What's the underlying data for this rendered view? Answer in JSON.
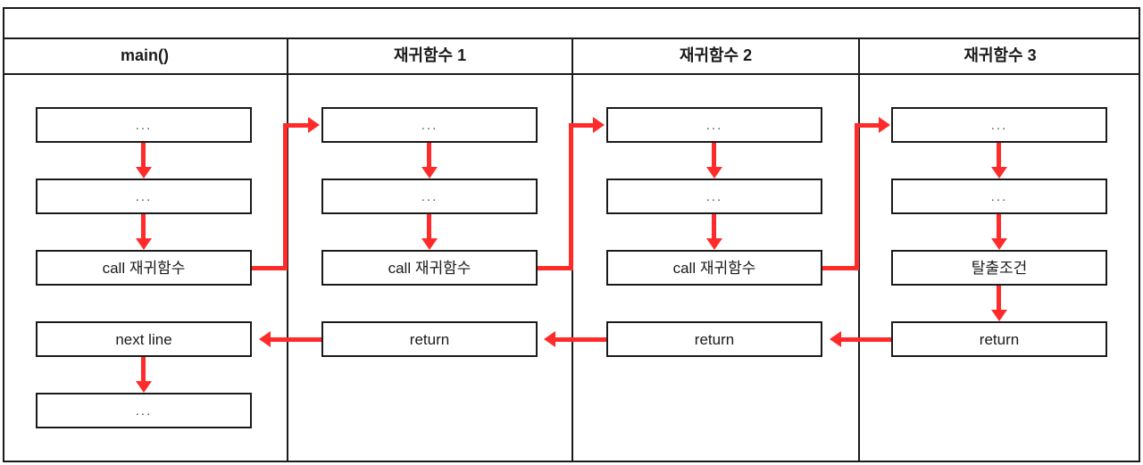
{
  "diagram": {
    "title": "recursive-function-call-stack-diagram",
    "accent_color": "#ff2b2b",
    "line_color": "#1a1a1a",
    "background": "#ffffff",
    "ellipsis": "...",
    "top_blank_row": "",
    "columns": [
      {
        "header": "main()",
        "nodes": [
          {
            "label": "..."
          },
          {
            "label": "..."
          },
          {
            "label": "call 재귀함수"
          },
          {
            "label": "next line"
          },
          {
            "label": "..."
          }
        ]
      },
      {
        "header": "재귀함수 1",
        "nodes": [
          {
            "label": "..."
          },
          {
            "label": "..."
          },
          {
            "label": "call 재귀함수"
          },
          {
            "label": "return"
          }
        ]
      },
      {
        "header": "재귀함수 2",
        "nodes": [
          {
            "label": "..."
          },
          {
            "label": "..."
          },
          {
            "label": "call 재귀함수"
          },
          {
            "label": "return"
          }
        ]
      },
      {
        "header": "재귀함수 3",
        "nodes": [
          {
            "label": "..."
          },
          {
            "label": "..."
          },
          {
            "label": "탈출조건"
          },
          {
            "label": "return"
          }
        ]
      }
    ]
  }
}
